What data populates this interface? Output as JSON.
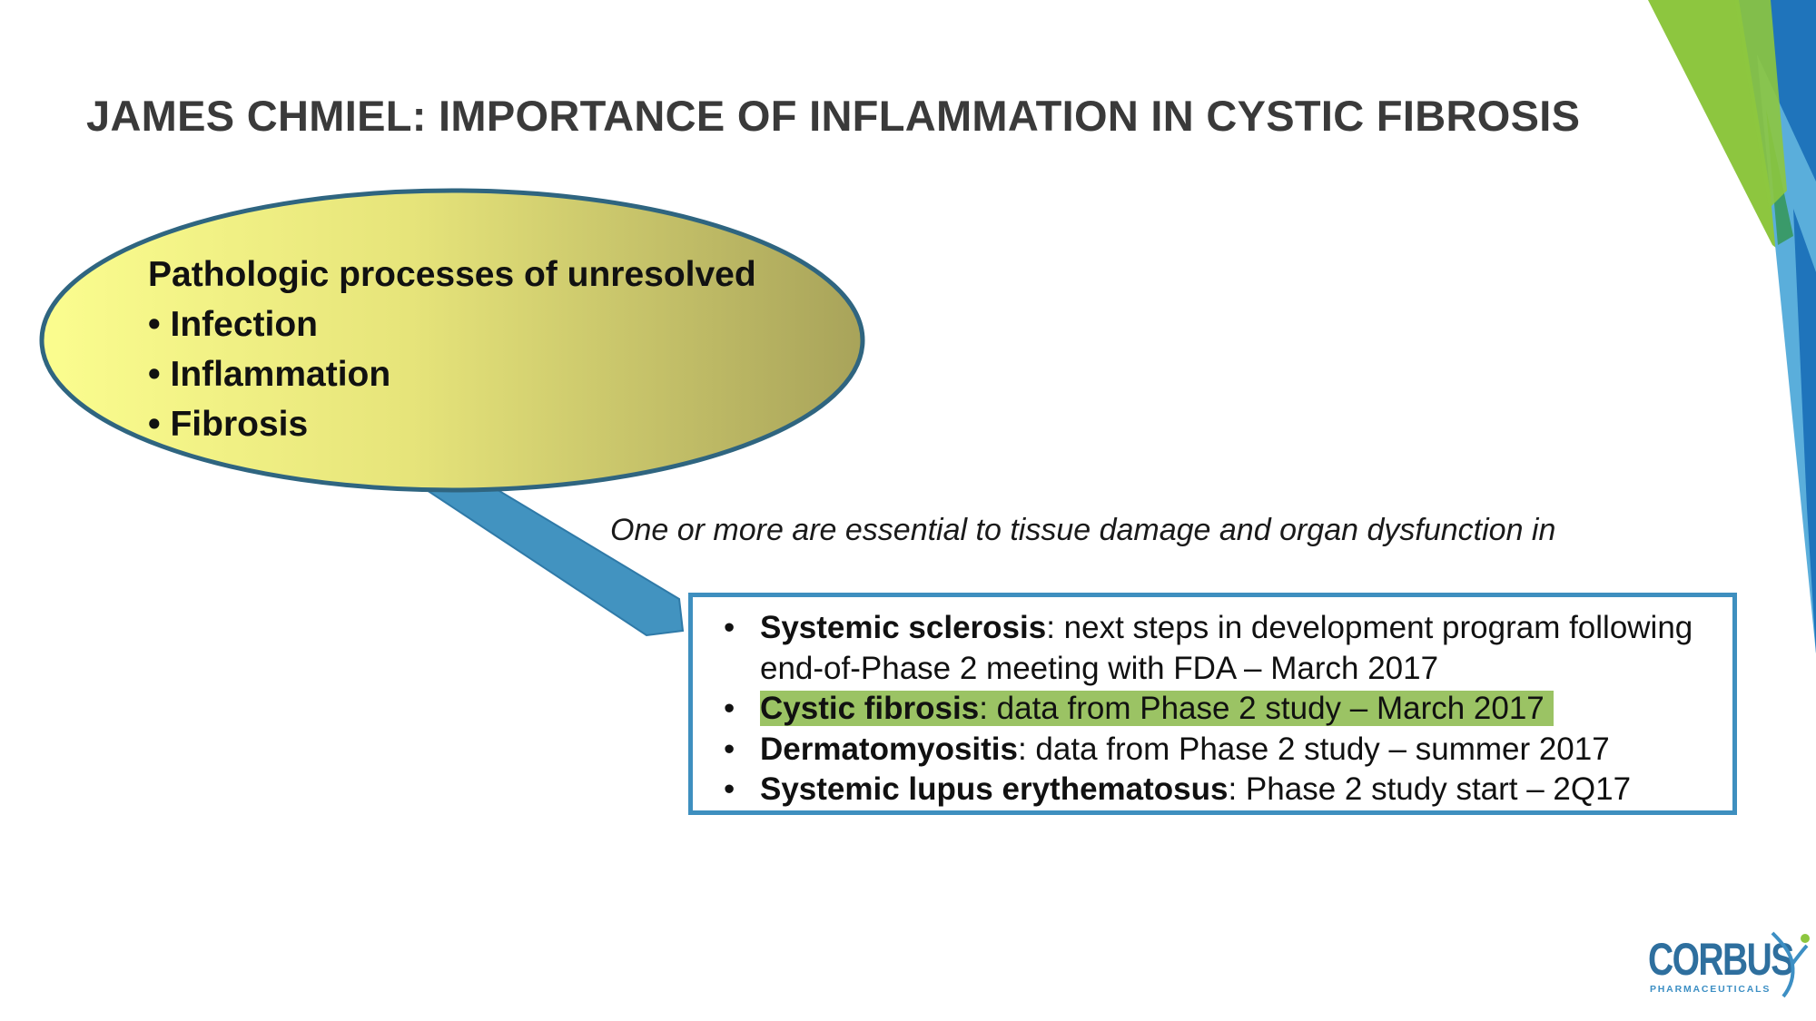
{
  "slide": {
    "title": "JAMES CHMIEL: IMPORTANCE OF INFLAMMATION IN CYSTIC FIBROSIS"
  },
  "callout": {
    "heading": "Pathologic processes of unresolved",
    "items": [
      "• Infection",
      "• Inflammation",
      "• Fibrosis"
    ]
  },
  "caption": "One or more are essential to tissue damage and organ dysfunction in",
  "indications": [
    {
      "bullet": "•",
      "name": "Systemic sclerosis",
      "detail": ": next steps in development program following end-of-Phase 2 meeting with FDA – March 2017",
      "highlighted": false
    },
    {
      "bullet": "•",
      "name": "Cystic fibrosis",
      "detail": ": data from Phase 2 study – March 2017",
      "highlighted": true
    },
    {
      "bullet": "•",
      "name": "Dermatomyositis",
      "detail": ": data from Phase 2 study – summer 2017",
      "highlighted": false
    },
    {
      "bullet": "•",
      "name": "Systemic lupus erythematosus",
      "detail": ": Phase 2 study start – 2Q17",
      "highlighted": false
    }
  ],
  "logo": {
    "wordmark": "CORBUS",
    "subtitle": "PHARMACEUTICALS"
  },
  "colors": {
    "title": "#3a3a3a",
    "ellipse_light": "#fafc8c",
    "ellipse_dark": "#a9a65a",
    "ellipse_border": "#2f6580",
    "arrow": "#4293c0",
    "box_border": "#3e8fbf",
    "highlight": "#9bc364",
    "logo": "#2e6f9e",
    "accent_green": "#8dc63f",
    "accent_blue": "#1f74bb"
  }
}
